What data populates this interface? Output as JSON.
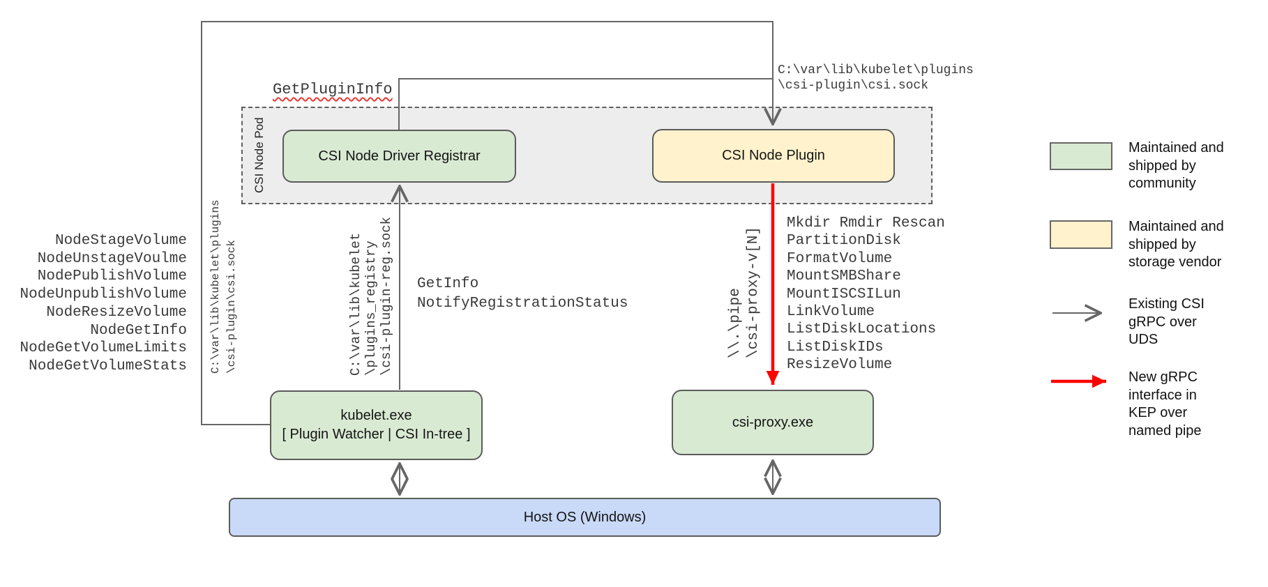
{
  "colors": {
    "community_green": "#d9ead3",
    "vendor_yellow": "#fff2cc",
    "host_blue": "#c9daf8",
    "pod_gray": "#ededed",
    "wire_gray": "#666666",
    "new_grpc_red": "#ff0000",
    "squiggle_red": "#e53935"
  },
  "nodes": {
    "pod_label": "CSI Node Pod",
    "registrar": "CSI Node Driver Registrar",
    "plugin": "CSI Node Plugin",
    "kubelet_title": "kubelet.exe",
    "kubelet_subtitle": "[ Plugin Watcher | CSI In-tree ]",
    "proxy": "csi-proxy.exe",
    "host": "Host OS (Windows)"
  },
  "annotations": {
    "get_plugin_info": "GetPluginInfo",
    "csi_sock_path": "C:\\var\\lib\\kubelet\\plugins\n\\csi-plugin\\csi.sock",
    "csi_sock_path_rotated": "C:\\var\\lib\\kubelet\\plugins\n\\csi-plugin\\csi.sock",
    "registration_sock_path": "C:\\var\\lib\\kubelet\n\\plugins_registry\n\\csi-plugin-reg.sock",
    "named_pipe": "\\\\.\\pipe\n\\csi-proxy-v[N]",
    "registration_rpcs": "GetInfo\nNotifyRegistrationStatus"
  },
  "node_rpcs": [
    "NodeStageVolume",
    "NodeUnstageVoulme",
    "NodePublishVolume",
    "NodeUnpublishVolume",
    "NodeResizeVolume",
    "NodeGetInfo",
    "NodeGetVolumeLimits",
    "NodeGetVolumeStats"
  ],
  "proxy_rpcs": [
    "Mkdir Rmdir Rescan",
    "PartitionDisk",
    "FormatVolume",
    "MountSMBShare",
    "MountISCSILun",
    "LinkVolume",
    "ListDiskLocations",
    "ListDiskIDs",
    "ResizeVolume"
  ],
  "legend": {
    "community": "Maintained and\nshipped by\ncommunity",
    "vendor": "Maintained and\nshipped by\nstorage vendor",
    "uds": "Existing CSI\ngRPC over\nUDS",
    "pipe": "New gRPC\ninterface in\nKEP over\nnamed pipe"
  }
}
